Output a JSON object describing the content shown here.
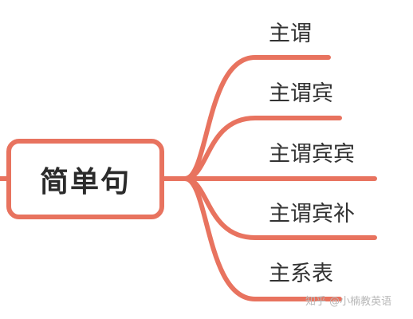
{
  "root": {
    "label": "简单句"
  },
  "branches": [
    {
      "label": "主谓"
    },
    {
      "label": "主谓宾"
    },
    {
      "label": "主谓宾宾"
    },
    {
      "label": "主谓宾补"
    },
    {
      "label": "主系表"
    }
  ],
  "watermark": "知乎 @小楠教英语",
  "colors": {
    "branch_line": "#e8735f",
    "label_text": "#333333",
    "root_text": "#2b2b2b",
    "watermark_text": "#b9b9b9"
  }
}
